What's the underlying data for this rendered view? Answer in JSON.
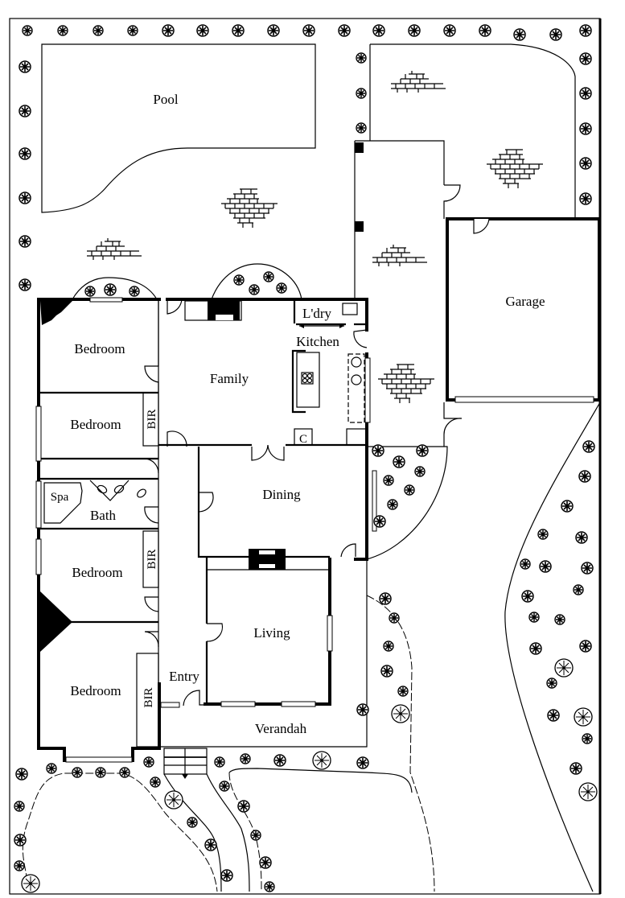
{
  "plan": {
    "rooms": {
      "pool": "Pool",
      "garage": "Garage",
      "laundry": "L'dry",
      "kitchen": "Kitchen",
      "family": "Family",
      "bedroom1": "Bedroom",
      "bedroom2": "Bedroom",
      "bedroom3": "Bedroom",
      "bedroom4": "Bedroom",
      "bir1": "BIR",
      "bir2": "BIR",
      "bir3": "BIR",
      "spa": "Spa",
      "bath": "Bath",
      "dining": "Dining",
      "living": "Living",
      "entry": "Entry",
      "verandah": "Verandah",
      "cupboard": "C"
    },
    "colors": {
      "line": "#000000",
      "background": "#ffffff"
    }
  }
}
